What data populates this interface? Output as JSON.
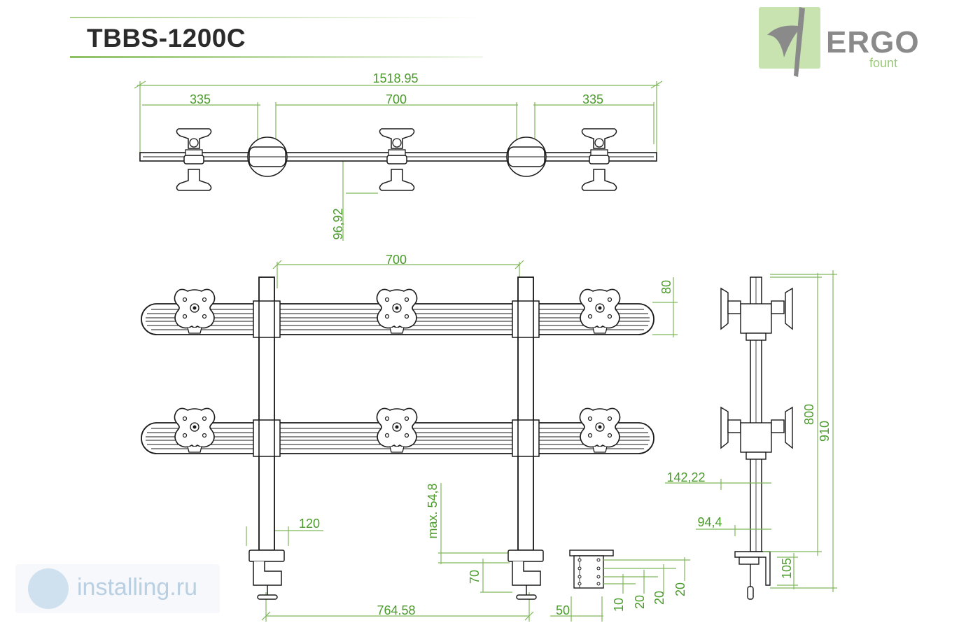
{
  "header": {
    "model": "TBBS-1200C"
  },
  "logo": {
    "brand": "ERGO",
    "sub": "fount"
  },
  "watermark": {
    "text": "installing.ru"
  },
  "dimensions": {
    "top_total": "1518.95",
    "top_left": "335",
    "top_mid": "700",
    "top_right": "335",
    "top_depth": "96,92",
    "front_span": "700",
    "bar_height": "80",
    "clamp_width": "120",
    "max_desk": "max. 54,8",
    "clamp_70": "70",
    "base_span": "764.58",
    "plate_50": "50",
    "plate_10": "10",
    "plate_20a": "20",
    "plate_20b": "20",
    "plate_20c": "20",
    "side_142": "142,22",
    "side_94": "94,4",
    "side_105": "105",
    "side_800": "800",
    "side_910": "910"
  },
  "colors": {
    "dimension": "#4a9a2a",
    "line": "#1a1a1a",
    "accent": "#8cc063"
  }
}
